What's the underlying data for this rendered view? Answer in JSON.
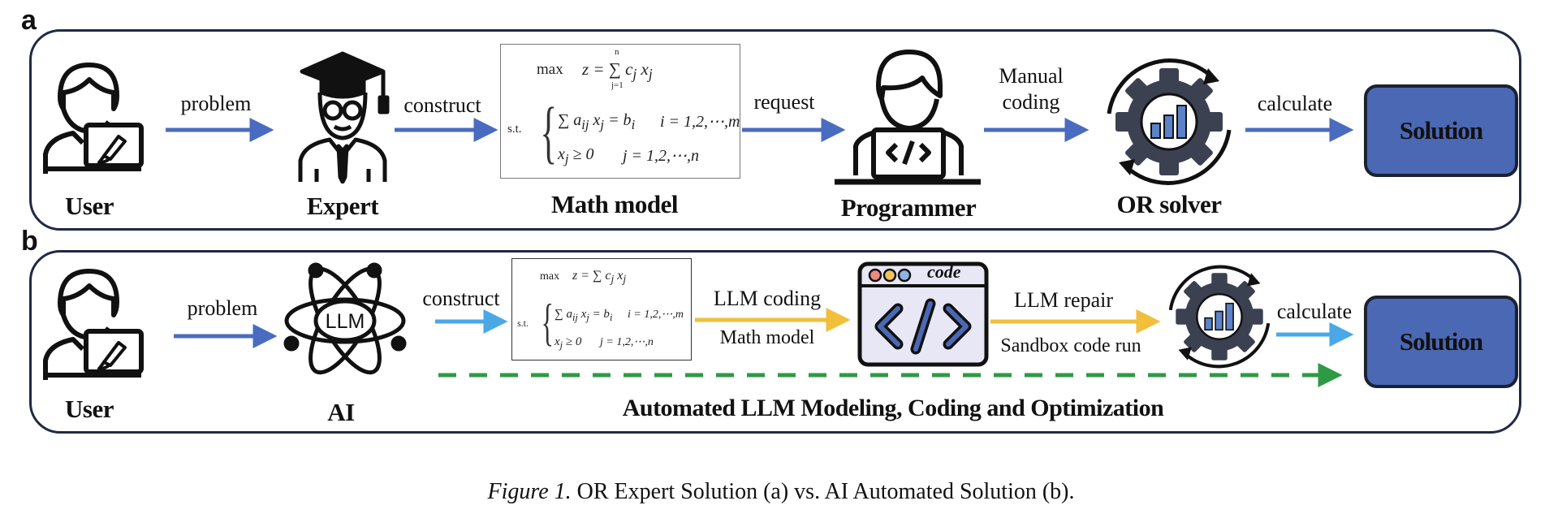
{
  "panel_a": {
    "letter": "a",
    "labels": {
      "user": "User",
      "expert": "Expert",
      "math_model": "Math model",
      "programmer": "Programmer",
      "or_solver": "OR solver"
    },
    "arrows": {
      "problem": "problem",
      "construct": "construct",
      "request": "request",
      "manual_coding": "Manual coding",
      "calculate": "calculate"
    },
    "solution": "Solution"
  },
  "panel_b": {
    "letter": "b",
    "labels": {
      "user": "User",
      "ai": "AI",
      "llm": "LLM",
      "code": "code",
      "bottom": "Automated LLM Modeling, Coding and Optimization"
    },
    "arrows": {
      "problem": "problem",
      "construct": "construct",
      "llm_coding": "LLM coding",
      "math_model": "Math model",
      "llm_repair": "LLM repair",
      "sandbox": "Sandbox code run",
      "calculate": "calculate"
    },
    "solution": "Solution"
  },
  "math": {
    "objective_max": "max",
    "objective_expr": "z = ∑ c",
    "sum_top": "n",
    "sum_bottom": "j=1",
    "st": "s.t.",
    "constraint1": "∑ a",
    "constraint1_rhs": "= b",
    "constraint1_range": "i = 1,2,⋯,m",
    "constraint2": "x",
    "constraint2_rhs": "≥ 0",
    "constraint2_range": "j = 1,2,⋯,n"
  },
  "caption": {
    "figure": "Figure 1.",
    "text": " OR Expert Solution (a) vs. AI Automated Solution (b)."
  },
  "colors": {
    "border": "#1f2a44",
    "blue_arrow": "#4a6cc0",
    "light_blue_arrow": "#4aa8e6",
    "yellow_arrow": "#f1bf3c",
    "green_dash": "#2e9a45",
    "solution_fill": "#4b68b4",
    "code_window": "#e8e7f6"
  }
}
